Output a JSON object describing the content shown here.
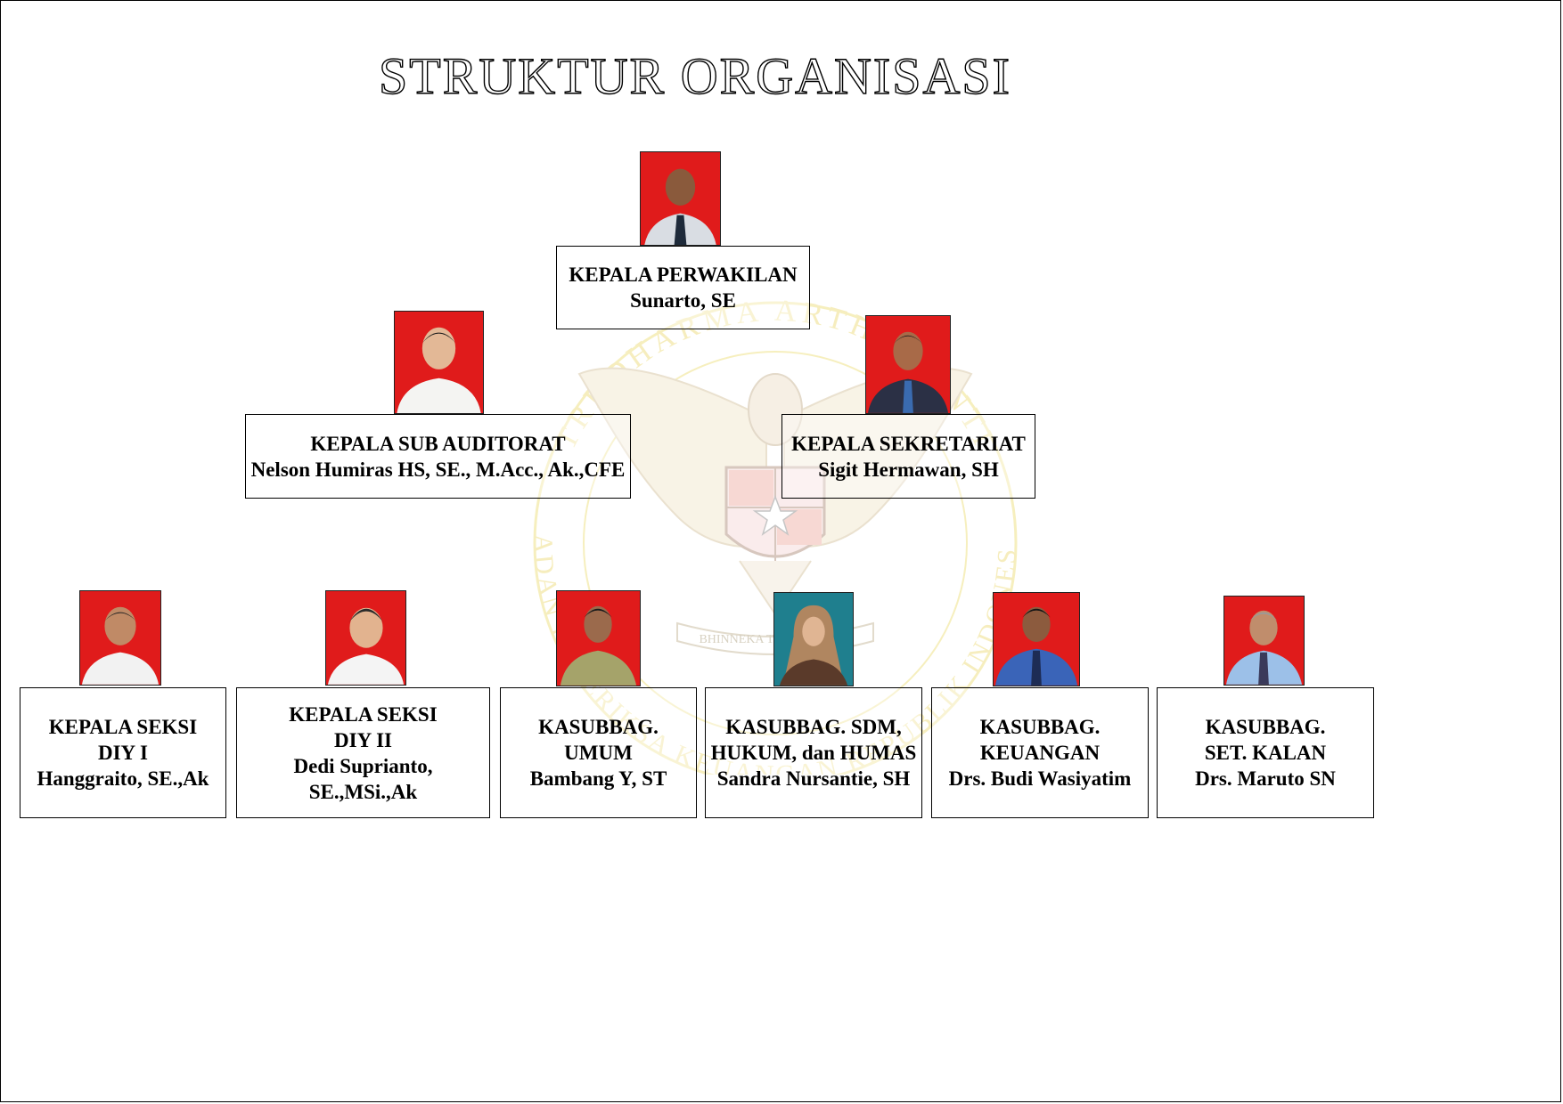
{
  "title": "STRUKTUR ORGANISASI",
  "watermark": {
    "ring_top": "TRI DHARMA ARTHA SANTI",
    "ring_bottom": "BADAN PEMERIKSA KEUANGAN REPUBLIK INDONESIA",
    "ribbon": "BHINNEKA TUNGGAL IKA"
  },
  "top": {
    "role": "KEPALA PERWAKILAN",
    "name": "Sunarto, SE"
  },
  "middle": [
    {
      "role": "KEPALA SUB AUDITORAT",
      "name": "Nelson Humiras HS, SE., M.Acc., Ak.,CFE"
    },
    {
      "role": "KEPALA SEKRETARIAT",
      "name": "Sigit Hermawan, SH"
    }
  ],
  "bottom": [
    {
      "line1": "KEPALA SEKSI",
      "line2": "DIY I",
      "line3": "Hanggraito, SE.,Ak",
      "line4": ""
    },
    {
      "line1": "KEPALA SEKSI",
      "line2": "DIY II",
      "line3": "Dedi Suprianto,",
      "line4": "SE.,MSi.,Ak"
    },
    {
      "line1": "KASUBBAG.",
      "line2": "UMUM",
      "line3": "Bambang Y, ST",
      "line4": ""
    },
    {
      "line1": "KASUBBAG. SDM,",
      "line2": "HUKUM, dan HUMAS",
      "line3": "Sandra Nursantie, SH",
      "line4": ""
    },
    {
      "line1": "KASUBBAG.",
      "line2": "KEUANGAN",
      "line3": "Drs. Budi Wasiyatim",
      "line4": ""
    },
    {
      "line1": "KASUBBAG.",
      "line2": "SET. KALAN",
      "line3": "Drs. Maruto SN",
      "line4": ""
    }
  ],
  "colors": {
    "photo_background": "#e01b1b",
    "photo_background_alt": "#1f7f8e",
    "watermark": "#e8d66a"
  }
}
